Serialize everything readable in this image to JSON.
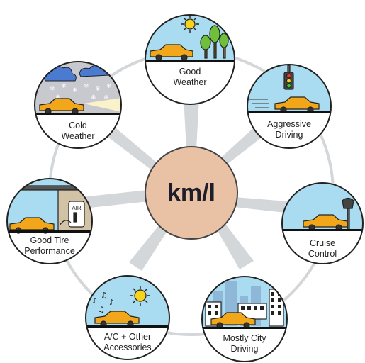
{
  "center": {
    "label": "km/l",
    "fill": "#e9c2a6"
  },
  "colors": {
    "sky": "#a9dcf0",
    "car": "#f2a71b",
    "ring": "#d3d7d9",
    "ground": "#111111"
  },
  "nodes": [
    {
      "id": "good-weather",
      "label": "Good\nWeather",
      "scene": "sun-trees"
    },
    {
      "id": "aggressive-driving",
      "label": "Aggressive\nDriving",
      "scene": "traffic-light"
    },
    {
      "id": "cruise-control",
      "label": "Cruise\nControl",
      "scene": "road-sign"
    },
    {
      "id": "mostly-city-driving",
      "label": "Mostly City\nDriving",
      "scene": "city"
    },
    {
      "id": "ac-other-accessories",
      "label": "A/C + Other\nAccessories",
      "scene": "sun-music",
      "sign_text": ""
    },
    {
      "id": "good-tire-performance",
      "label": "Good Tire\nPerformance",
      "scene": "air-pump",
      "sign_text": "AIR"
    },
    {
      "id": "cold-weather",
      "label": "Cold\nWeather",
      "scene": "snow-clouds"
    }
  ]
}
